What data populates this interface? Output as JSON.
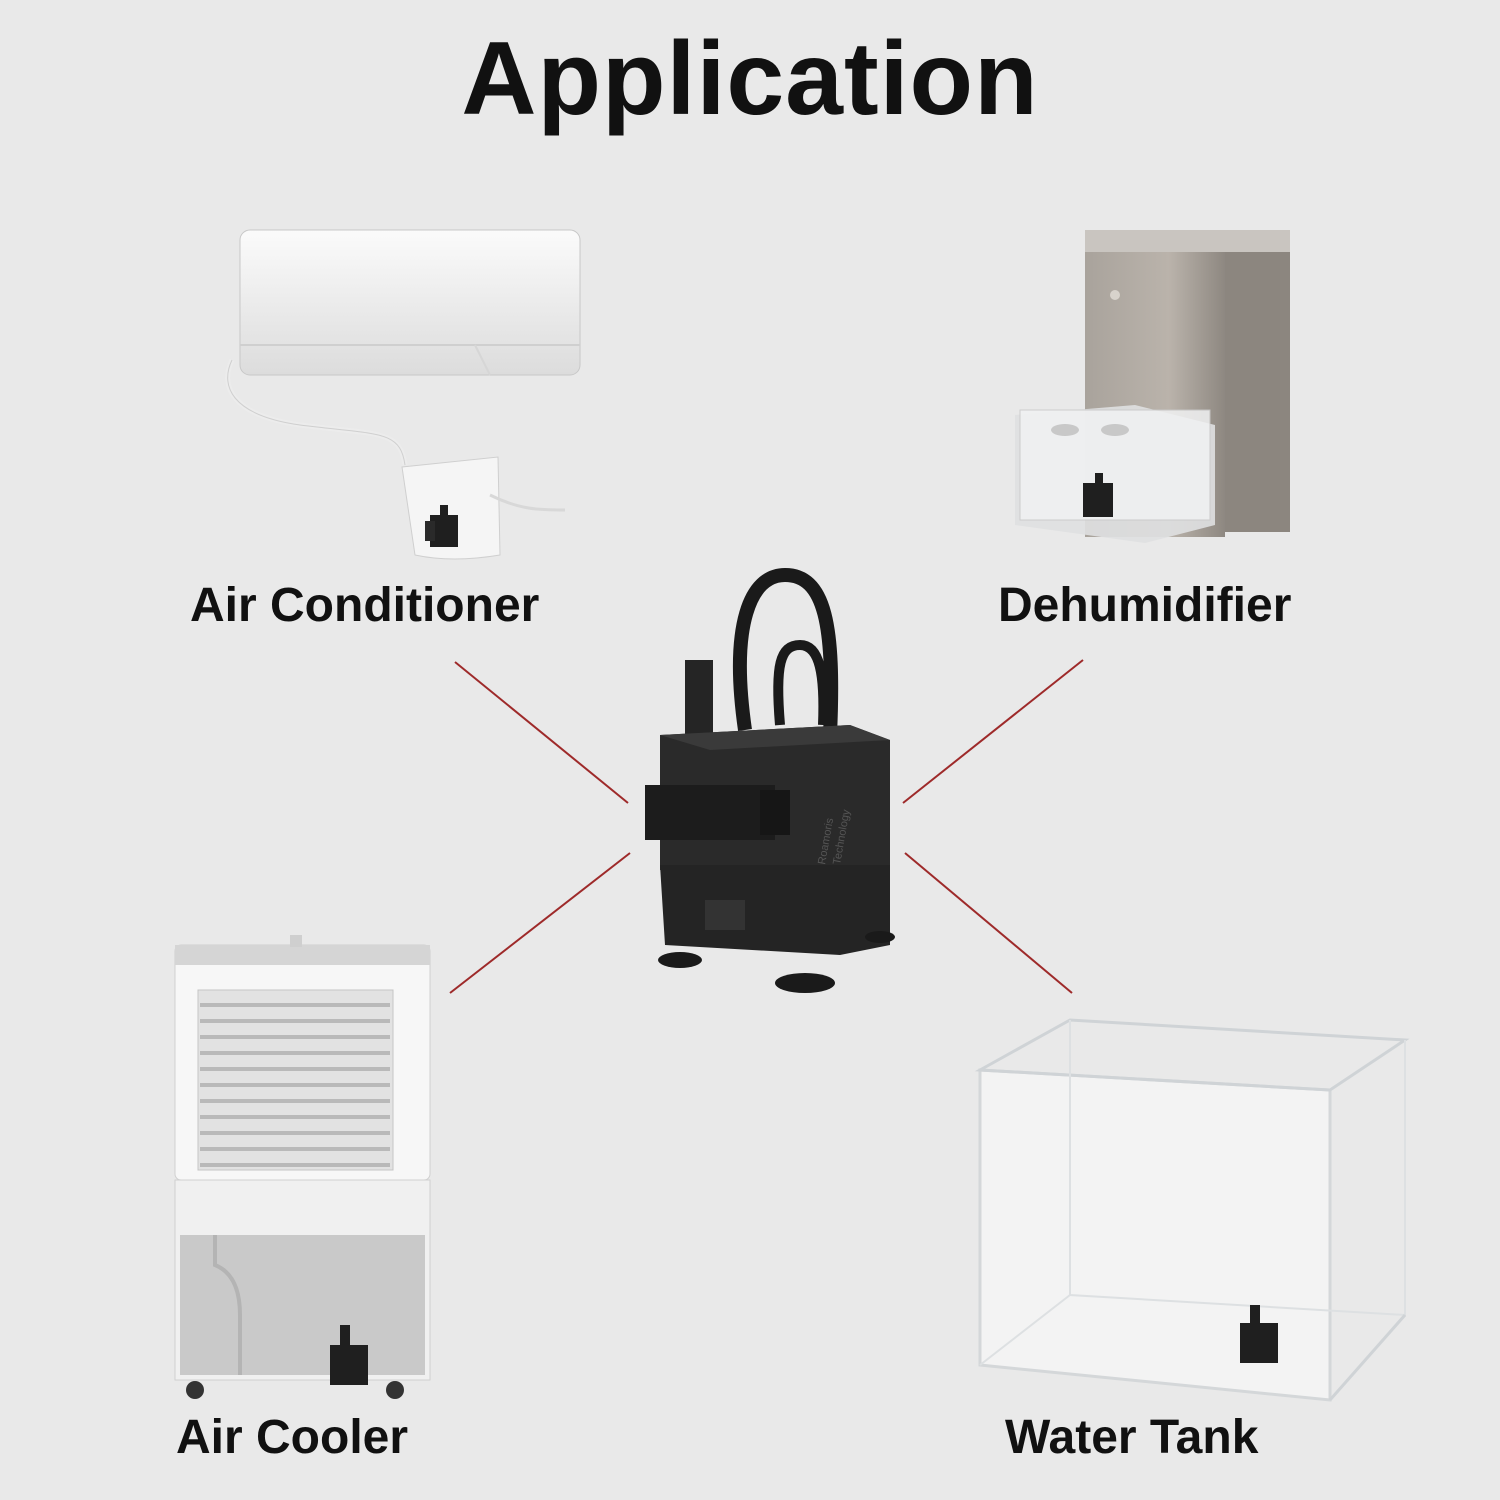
{
  "title": "Application",
  "applications": [
    {
      "label": "Air Conditioner"
    },
    {
      "label": "Dehumidifier"
    },
    {
      "label": "Air Cooler"
    },
    {
      "label": "Water Tank"
    }
  ],
  "pump": {
    "brand_text": "Roamoris Technology"
  },
  "colors": {
    "background": "#e9e9e9",
    "connector_lines": "#9e2a2a",
    "text": "#111111",
    "pump": "#1e1e1e"
  },
  "icons": [
    "air-conditioner-illustration",
    "dehumidifier-illustration",
    "air-cooler-illustration",
    "water-tank-illustration",
    "pump-illustration"
  ]
}
